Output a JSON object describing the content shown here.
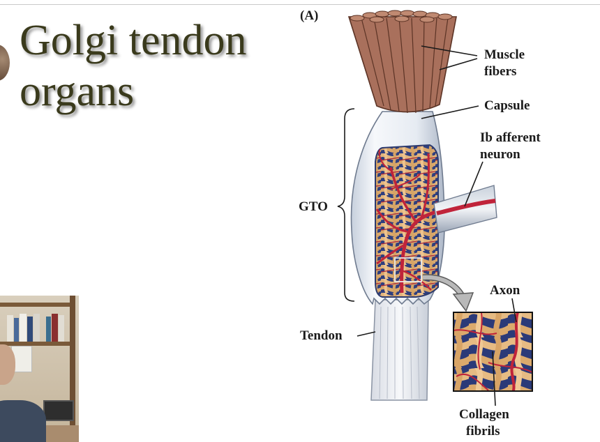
{
  "slide": {
    "title_line1": "Golgi tendon",
    "title_line2": "organs"
  },
  "diagram": {
    "panel_label": "(A)",
    "labels": {
      "muscle_fibers_1": "Muscle",
      "muscle_fibers_2": "fibers",
      "capsule": "Capsule",
      "afferent_1": "Ib afferent",
      "afferent_2": "neuron",
      "gto": "GTO",
      "tendon": "Tendon",
      "axon": "Axon",
      "collagen_1": "Collagen",
      "collagen_2": "fibrils"
    },
    "colors": {
      "muscle": "#a9705c",
      "muscle_dark": "#5b3325",
      "capsule": "#e6edf5",
      "collagen": "#e2b57c",
      "axon": "#c0243a",
      "background_blue": "#2f3f7e",
      "tendon": "#eef0f4"
    }
  }
}
